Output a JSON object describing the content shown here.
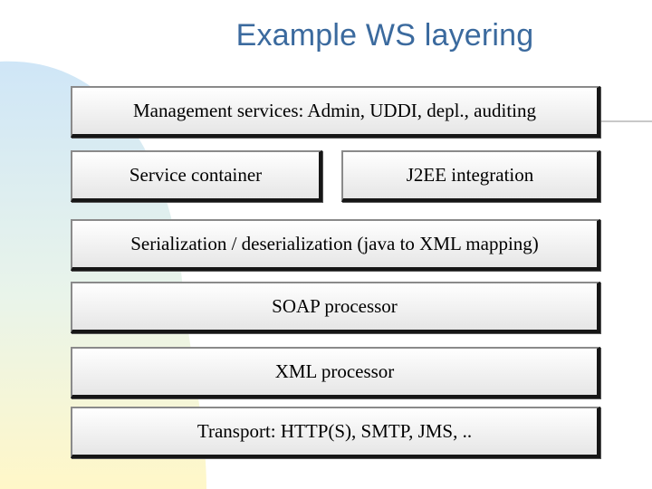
{
  "slide": {
    "title": "Example WS layering",
    "colors": {
      "title": "#3b6a9e",
      "background_gradient_top": "#cfe6f7",
      "background_gradient_bottom": "#fff7c8",
      "box_fill": "#f1f1f1",
      "box_shadow": "#161616"
    }
  },
  "layers": {
    "management": "Management services: Admin, UDDI, depl., auditing",
    "service_container": "Service container",
    "j2ee": "J2EE integration",
    "serialization": "Serialization / deserialization (java to XML mapping)",
    "soap": "SOAP processor",
    "xml": "XML processor",
    "transport": "Transport: HTTP(S), SMTP, JMS, .."
  }
}
